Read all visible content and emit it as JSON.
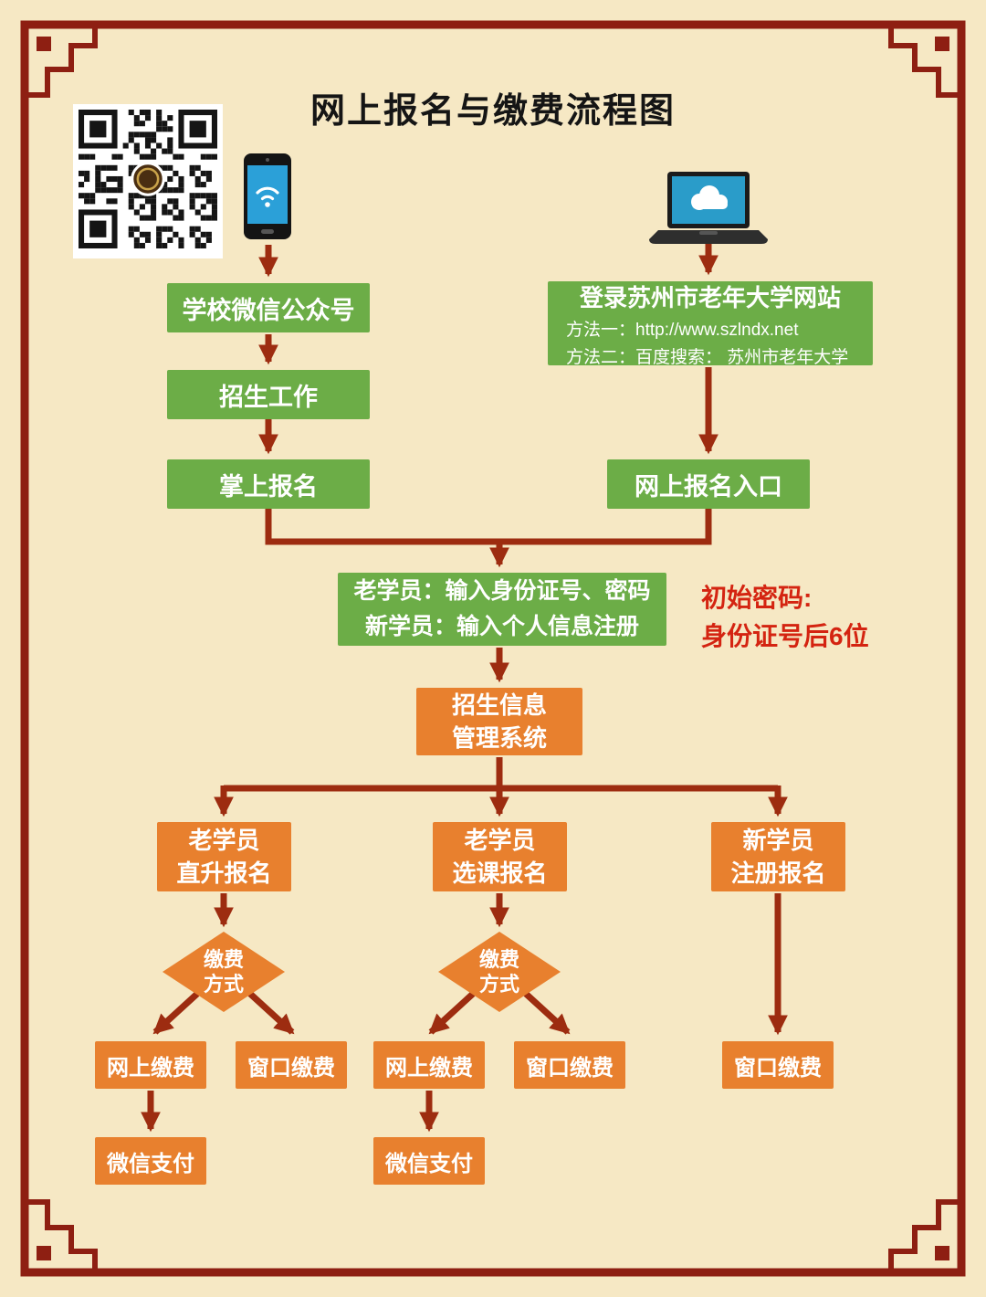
{
  "title": "网上报名与缴费流程图",
  "colors": {
    "background": "#f6e8c4",
    "border": "#8e1f12",
    "green": "#6cad47",
    "orange": "#e8802e",
    "arrow": "#9d2c10",
    "note": "#d42411",
    "box_text": "#ffffff",
    "title_text": "#151515"
  },
  "icons": {
    "qr": "qr-code",
    "phone": "smartphone-icon",
    "laptop": "laptop-icon"
  },
  "left_branch": {
    "step1": "学校微信公众号",
    "step2": "招生工作",
    "step3": "掌上报名"
  },
  "right_branch": {
    "title": "登录苏州市老年大学网站",
    "method1": "方法一：http://www.szlndx.net",
    "method2": "方法二：百度搜索： 苏州市老年大学",
    "entry": "网上报名入口"
  },
  "login": {
    "line1": "老学员：输入身份证号、密码",
    "line2": "新学员：输入个人信息注册"
  },
  "password_note": {
    "line1": "初始密码:",
    "line2": "身份证号后6位"
  },
  "system": {
    "line1": "招生信息",
    "line2": "管理系统"
  },
  "branches": {
    "old_direct": {
      "line1": "老学员",
      "line2": "直升报名"
    },
    "old_select": {
      "line1": "老学员",
      "line2": "选课报名"
    },
    "new_register": {
      "line1": "新学员",
      "line2": "注册报名"
    }
  },
  "decision": {
    "line1": "缴费",
    "line2": "方式"
  },
  "payments": {
    "online": "网上缴费",
    "window": "窗口缴费",
    "wechat": "微信支付"
  }
}
